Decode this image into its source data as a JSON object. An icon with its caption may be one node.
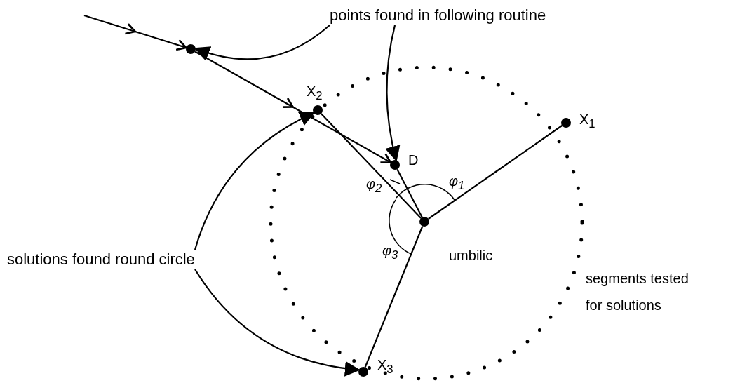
{
  "diagram": {
    "nodes": [
      {
        "text": [
          "points found in following routine"
        ]
      },
      {
        "text": [],
        "shape": "circle"
      },
      {
        "text": [],
        "shape": "circle",
        "beside": [
          "X$_{2}$"
        ]
      },
      {
        "text": [],
        "shape": "circle",
        "beside": [
          "D"
        ]
      },
      {
        "text": [],
        "shape": "circle",
        "beside": [
          "umbilic"
        ]
      },
      {
        "text": [],
        "shape": "circle",
        "beside": [
          "X$_{1}$"
        ]
      },
      {
        "text": [],
        "shape": "circle",
        "beside": [
          "X$_{3}$"
        ]
      },
      {
        "text": [
          "solutions found round circle"
        ]
      }
    ],
    "edges": [
      {
        "from": null,
        "to": 1,
        "arrow": "to"
      },
      {
        "from": 1,
        "to": 3,
        "arrow": "to"
      },
      {
        "from": 4,
        "to": 2,
        "arrow": "none"
      },
      {
        "from": 4,
        "to": 3,
        "arrow": "none"
      },
      {
        "from": 4,
        "to": 5,
        "arrow": "none"
      },
      {
        "from": 4,
        "to": 6,
        "arrow": "none"
      },
      {
        "from": 0,
        "to": 1,
        "arrow": "to"
      },
      {
        "from": 0,
        "to": 3,
        "arrow": "to"
      },
      {
        "from": 7,
        "to": 2,
        "arrow": "to"
      },
      {
        "from": 7,
        "to": 6,
        "arrow": "to"
      }
    ],
    "labels": [
      "φ$_{2}$",
      "φ$_{1}$",
      "φ$_{3}$",
      "segments tested for solutions"
    ]
  }
}
